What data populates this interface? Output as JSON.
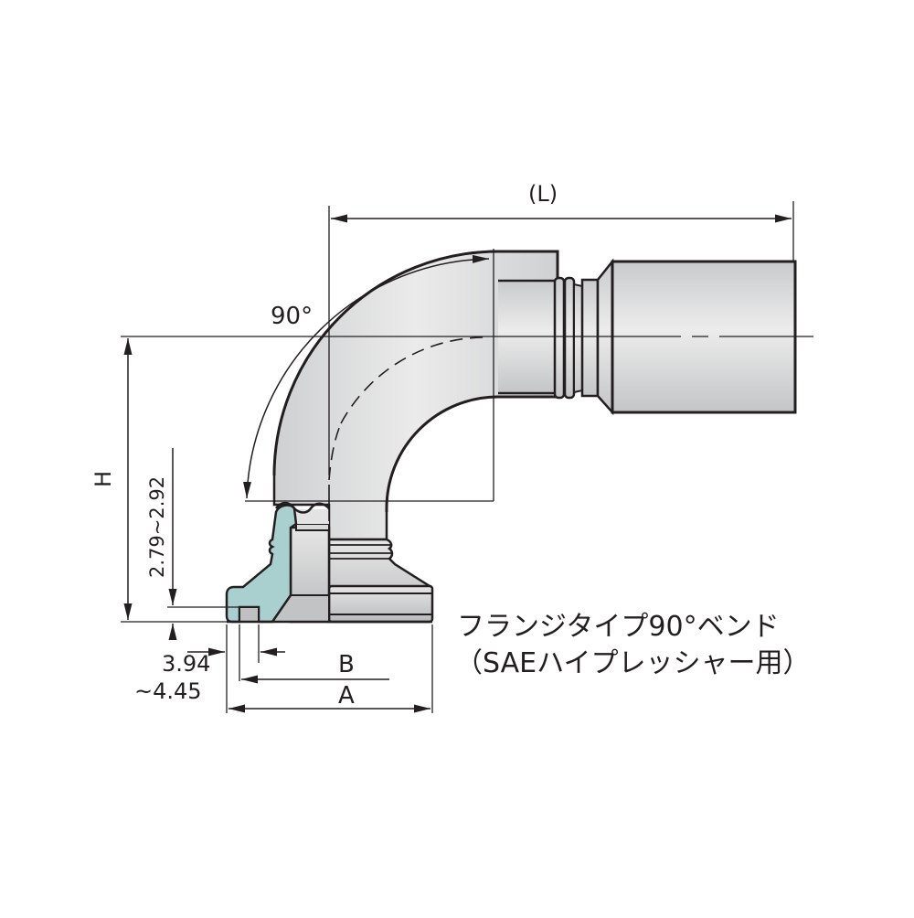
{
  "diagram": {
    "title_line1": "フランジタイプ90°ベンド",
    "title_line2": "（SAEハイプレッシャー用）",
    "dimensions": {
      "L": "(L)",
      "H": "H",
      "A": "A",
      "B": "B",
      "angle": "90°",
      "flange_thickness": "2.79~2.92",
      "slot_width_line1": "3.94",
      "slot_width_line2": "~4.45"
    },
    "colors": {
      "outline": "#231f20",
      "body_fill": "#e2e3e5",
      "section_fill": "#a9cfcf",
      "background": "#ffffff"
    }
  }
}
